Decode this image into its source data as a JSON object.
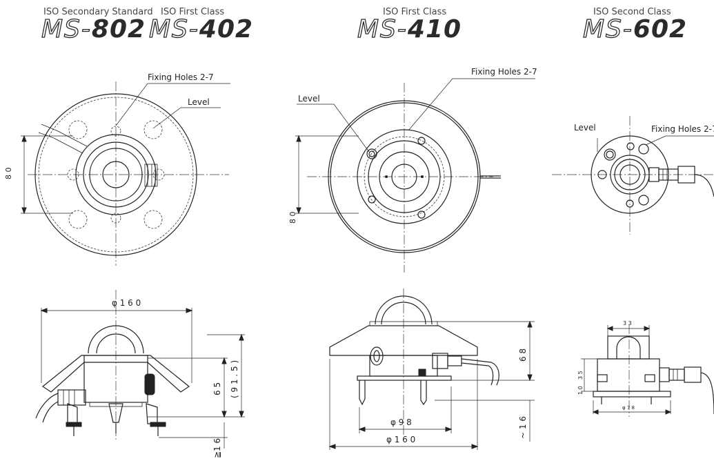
{
  "products": [
    {
      "class_label": "ISO Secondary Standard",
      "model_prefix": "MS-",
      "model_number": "802"
    },
    {
      "class_label": "ISO First Class",
      "model_prefix": "MS-",
      "model_number": "402"
    },
    {
      "class_label": "ISO First Class",
      "model_prefix": "MS-",
      "model_number": "410"
    },
    {
      "class_label": "ISO Second Class",
      "model_prefix": "MS-",
      "model_number": "602"
    }
  ],
  "labels": {
    "fixing_holes": "Fixing Holes 2-7",
    "level": "Level"
  },
  "dimensions": {
    "d1_height": "8 0",
    "d1_diameter": "φ 1 6 0",
    "d1_h65": "6 5",
    "d1_h915": "( 9 1 . 5 )",
    "d1_h16": "≧1 6",
    "d2_height": "8 0",
    "d2_h68": "6 8",
    "d2_h16": "~ 1 6",
    "d2_d98": "φ 9 8",
    "d2_d160": "φ 1 6 0",
    "d3_w33": "3 3",
    "d3_h35": "3 5",
    "d3_h10": "1 0",
    "d3_d78": "φ 7 8"
  }
}
